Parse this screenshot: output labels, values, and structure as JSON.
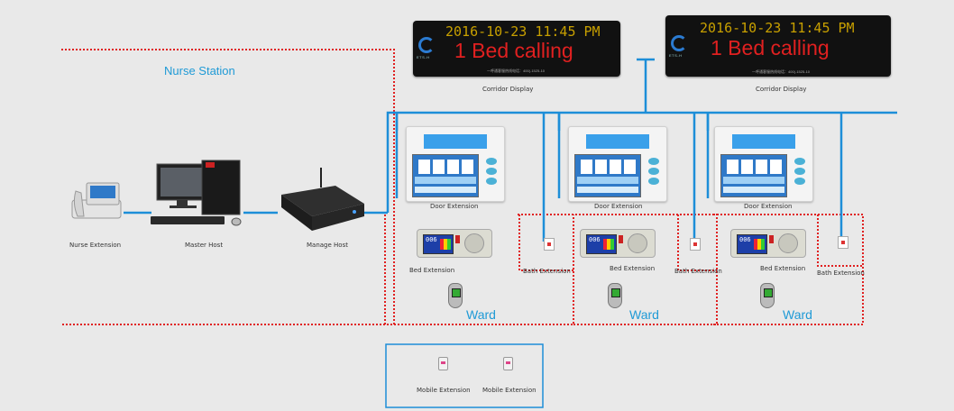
{
  "regions": {
    "nurse_station": "Nurse Station",
    "ward": "Ward",
    "ward_2": "Ward",
    "ward_3": "Ward"
  },
  "displays": [
    {
      "datetime": "2016-10-23   11:45 PM",
      "message": "1 Bed calling",
      "hotline": "一呼通客服热线电话：400(-1525-10",
      "caption": "Corridor Display"
    },
    {
      "datetime": "2016-10-23   11:45 PM",
      "message": "1 Bed calling",
      "hotline": "一呼通客服热线电话：400(-1525-10",
      "caption": "Corridor Display"
    }
  ],
  "devices": {
    "nurse_extension": "Nurse Extension",
    "master_host": "Master Host",
    "manage_host": "Manage Host",
    "door_extension": "Door Extension",
    "bed_extension": "Bed Extension",
    "bath_extension": "Bath Extension",
    "mobile_extension": "Mobile Extension"
  },
  "lcd_text": "006",
  "colors": {
    "bus": "#1d8ed8",
    "ward_border": "#e02020",
    "display_time": "#c8a000",
    "display_message": "#e02020"
  }
}
